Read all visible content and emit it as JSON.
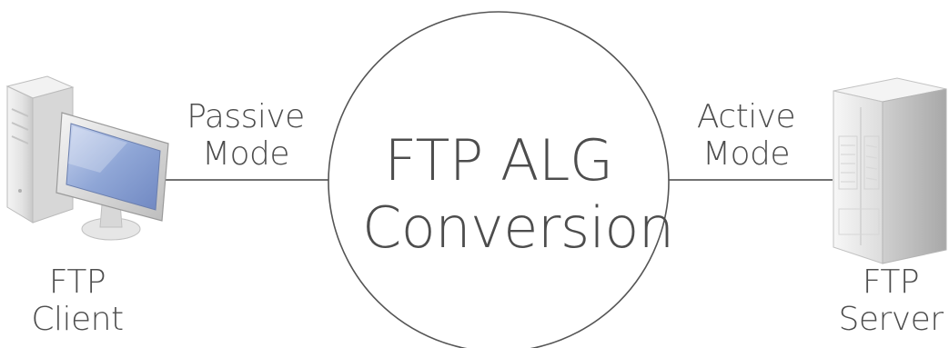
{
  "diagram": {
    "center": {
      "line1": "FTP ALG",
      "line2": "Conversion"
    },
    "left_link": {
      "line1": "Passive",
      "line2": "Mode"
    },
    "right_link": {
      "line1": "Active",
      "line2": "Mode"
    },
    "client": {
      "line1": "FTP",
      "line2": "Client",
      "icon": "desktop-computer-icon"
    },
    "server": {
      "line1": "FTP",
      "line2": "Server",
      "icon": "server-tower-icon"
    }
  },
  "colors": {
    "line": "#444444",
    "circle": "#555555",
    "text": "#4d4d4d",
    "screen": "#8fa6d6"
  }
}
